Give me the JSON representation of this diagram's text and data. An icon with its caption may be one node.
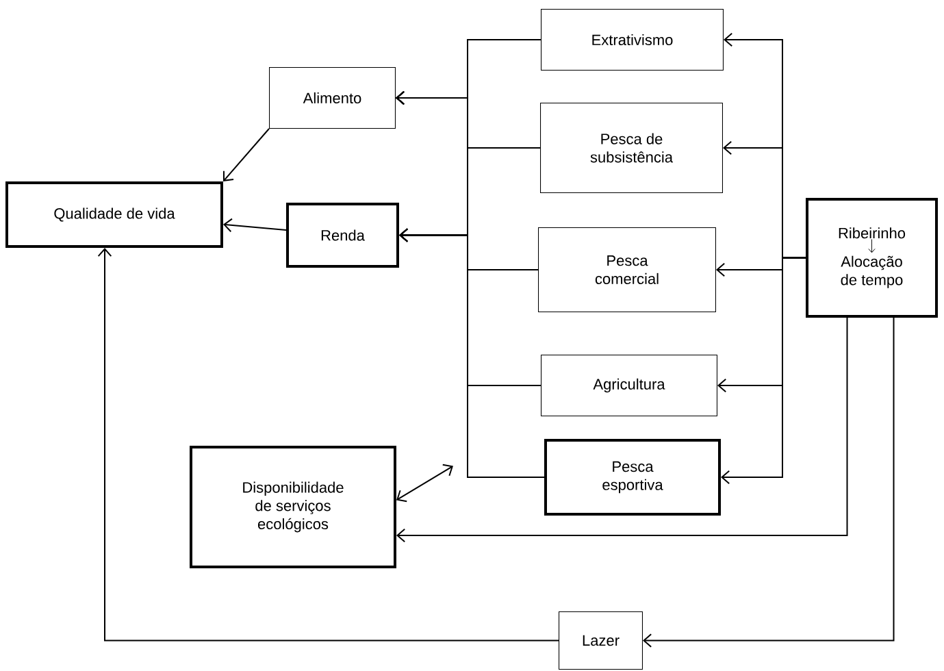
{
  "diagram": {
    "nodes": [
      {
        "text": [
          "Alimento"
        ]
      },
      {
        "text": [
          "Qualidade de vida"
        ]
      },
      {
        "text": [
          "Renda"
        ]
      },
      {
        "text": [
          "Extrativismo"
        ]
      },
      {
        "text": [
          "Pesca de subsistência"
        ]
      },
      {
        "text": [
          "Pesca comercial"
        ]
      },
      {
        "text": [
          "Agricultura"
        ]
      },
      {
        "text": [
          "Pesca esportiva"
        ]
      },
      {
        "text": [
          "Ribeirinho",
          "Alocação de tempo"
        ]
      },
      {
        "text": [
          "Disponibilidade de serviços ecológicos"
        ]
      },
      {
        "text": [
          "Lazer"
        ]
      }
    ],
    "edges": [
      {
        "from": 8,
        "to": 3,
        "arrow": "to"
      },
      {
        "from": 8,
        "to": 4,
        "arrow": "to"
      },
      {
        "from": 8,
        "to": 5,
        "arrow": "to"
      },
      {
        "from": 8,
        "to": 6,
        "arrow": "to"
      },
      {
        "from": 8,
        "to": 7,
        "arrow": "to"
      },
      {
        "from": 3,
        "to": 0,
        "arrow": "to"
      },
      {
        "from": 4,
        "to": 0,
        "arrow": "to"
      },
      {
        "from": 5,
        "to": 0,
        "arrow": "to"
      },
      {
        "from": 6,
        "to": 0,
        "arrow": "to"
      },
      {
        "from": 7,
        "to": 0,
        "arrow": "to"
      },
      {
        "from": 3,
        "to": 2,
        "arrow": "to"
      },
      {
        "from": 4,
        "to": 2,
        "arrow": "to"
      },
      {
        "from": 5,
        "to": 2,
        "arrow": "to"
      },
      {
        "from": 6,
        "to": 2,
        "arrow": "to"
      },
      {
        "from": 7,
        "to": 2,
        "arrow": "to"
      },
      {
        "from": 0,
        "to": 1,
        "arrow": "to"
      },
      {
        "from": 2,
        "to": 1,
        "arrow": "to"
      },
      {
        "from": 9,
        "to": null,
        "arrow": "both"
      },
      {
        "from": 8,
        "to": 9,
        "arrow": "to"
      },
      {
        "from": 8,
        "to": 10,
        "arrow": "to"
      },
      {
        "from": 10,
        "to": 1,
        "arrow": "to"
      }
    ]
  }
}
